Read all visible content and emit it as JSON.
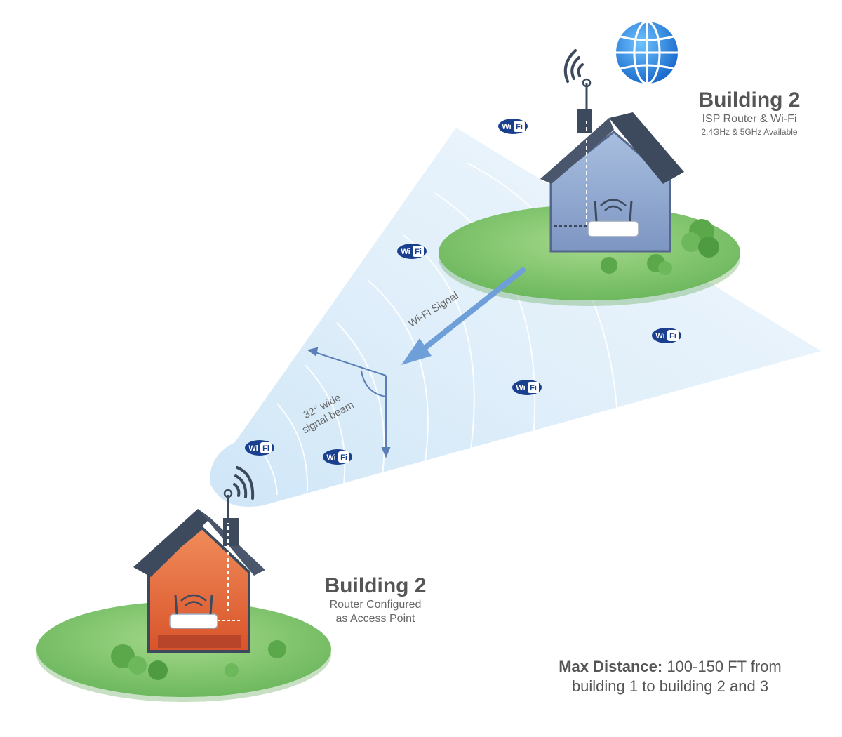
{
  "top_building": {
    "title": "Building 2",
    "subtitle": "ISP Router & Wi-Fi",
    "detail": "2.4GHz & 5GHz Available"
  },
  "bottom_building": {
    "title": "Building 2",
    "subtitle_line1": "Router Configured",
    "subtitle_line2": "as Access Point"
  },
  "signal_label": "Wi-Fi Signal",
  "beam_label": {
    "line1": "32° wide",
    "line2": "signal beam"
  },
  "max_distance": {
    "label": "Max Distance:",
    "text_line1": "100-150 FT from",
    "text_line2": "building 1 to building 2 and 3"
  },
  "wifi_badge_text": {
    "left": "Wi",
    "right": "Fi"
  },
  "colors": {
    "beam": "#cfe6f7",
    "grass": "#7cc36b",
    "house_top_wall": "#8fa7cd",
    "house_bottom_wall": "#e8663a",
    "roof": "#3d4a5e",
    "wifi_badge": "#1b3f8f",
    "globe": "#1f7fd6",
    "arrow": "#6f9fd8"
  },
  "icons": [
    "globe-icon",
    "antenna-icon",
    "router-icon",
    "wifi-badge-icon",
    "tree-icon",
    "arrow-icon"
  ]
}
